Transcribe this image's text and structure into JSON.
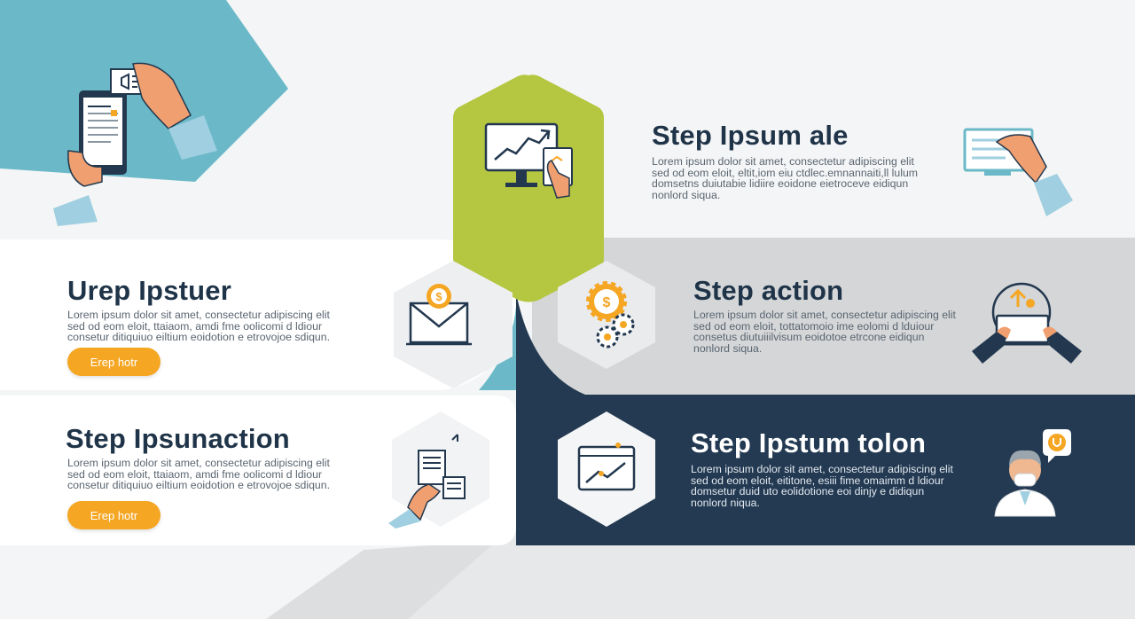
{
  "colors": {
    "teal": "#6bb9c8",
    "lime": "#b5c640",
    "navy": "#233a52",
    "gray_band": "#d4d6d8",
    "orange": "#f5a623",
    "icon_stroke": "#23384f"
  },
  "steps": [
    {
      "title": "Urep Ipstuer",
      "body": "Lorem ipsum dolor sit amet, consectetur adipiscing elit\nsed od eom eloit, ttaiaom, amdi fme oolicomi d ldiour\nconsetur ditiquiuo eiltium eoidotion e etrovojoe sdiqun.",
      "button": "Erep hotr",
      "icon": "envelope-dollar-icon"
    },
    {
      "title": "Step Ipsunaction",
      "body": "Lorem ipsum dolor sit amet, consectetur adipiscing elit\nsed od eom eloit, ttaiaom, amdi fme oolicomi d ldiour\nconsetur ditiquiuo eiltium eoidotion e etrovojoe sdiqun.",
      "button": "Erep hotr",
      "icon": "document-hand-icon"
    },
    {
      "title": "Step Ipsum ale",
      "body": "Lorem ipsum dolor sit amet, consectetur adipiscing elit\nsed od eom eloit, eltit,iom eiu ctdlec.emnannaiti,ll lulum\ndomsetns duiutabie lidiire eoidone eietroceve eidiqun\nnonlord siqua.",
      "icon": "monitor-chart-icon"
    },
    {
      "title": "Step action",
      "body": "Lorem ipsum dolor sit amet, consectetur adipiscing elit\nsed od eom eloit, tottatomoio ime eolomi d lduiour\nconsetus diutuiiilvisum eoidotoe etrcone eidiqun\nnonlord siqua.",
      "icon": "dollar-gear-icon"
    },
    {
      "title": "Step Ipstum tolon",
      "body": "Lorem ipsum dolor sit amet, consectetur adipiscing elit\nsed od eom eloit, eititone, esiii fime omaimm d ldiour\ndomsetur duid uto eolidotione eoi dinjy e didiqun\nnonlord niqua.",
      "icon": "monitor-trend-icon"
    }
  ]
}
